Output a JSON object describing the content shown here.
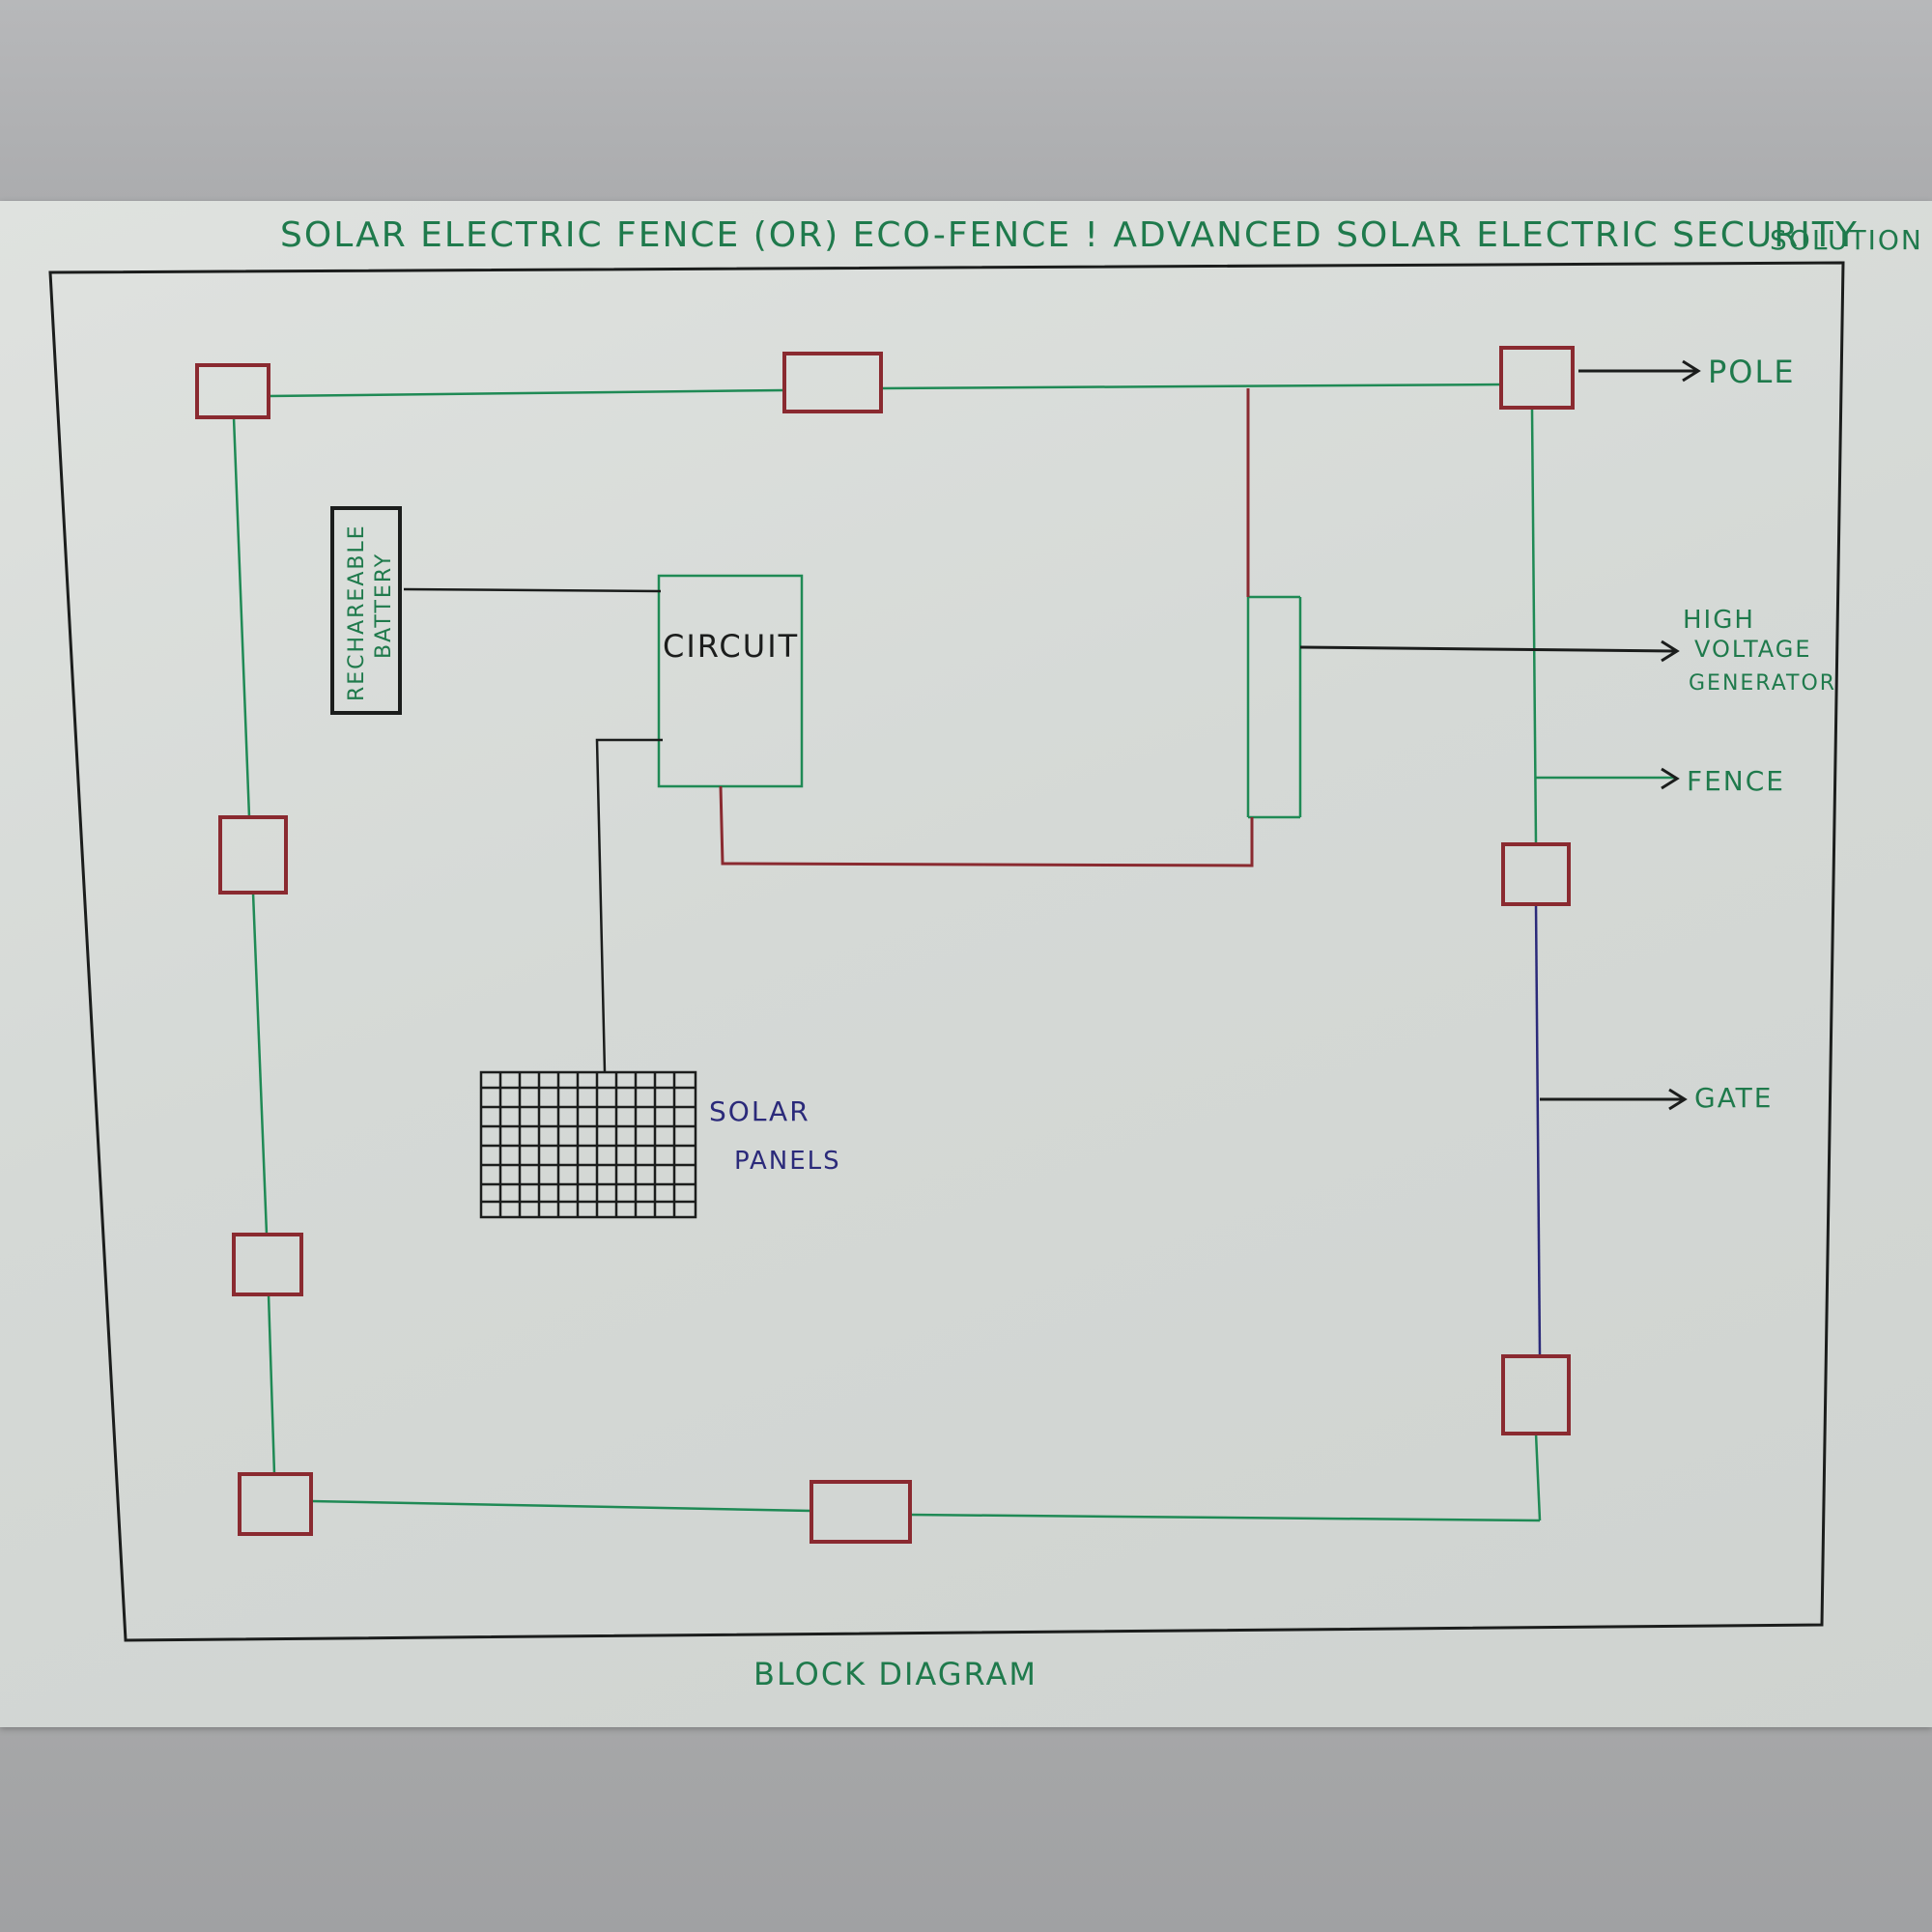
{
  "title_line1": "SOLAR   ELECTRIC   FENCE (OR) ECO-FENCE ! ADVANCED SOLAR ELECTRIC SECURITY",
  "title_line2": "SOLUTION",
  "footer": "BLOCK DIAGRAM",
  "nodes": {
    "battery": {
      "line1": "RECHAREABLE",
      "line2": "BATTERY"
    },
    "circuit": "CIRCUIT",
    "solar": {
      "line1": "SOLAR",
      "line2": "PANELS"
    }
  },
  "labels": {
    "pole": "POLE",
    "hv_line1": "HIGH",
    "hv_line2": "VOLTAGE",
    "hv_line3": "GENERATOR",
    "fence": "FENCE",
    "gate": "GATE"
  },
  "colors": {
    "green_wire": "#1f8a55",
    "pole_red": "#8a2a30",
    "black_wire": "#1b1d1c",
    "navy_wire": "#2b2a7a"
  }
}
